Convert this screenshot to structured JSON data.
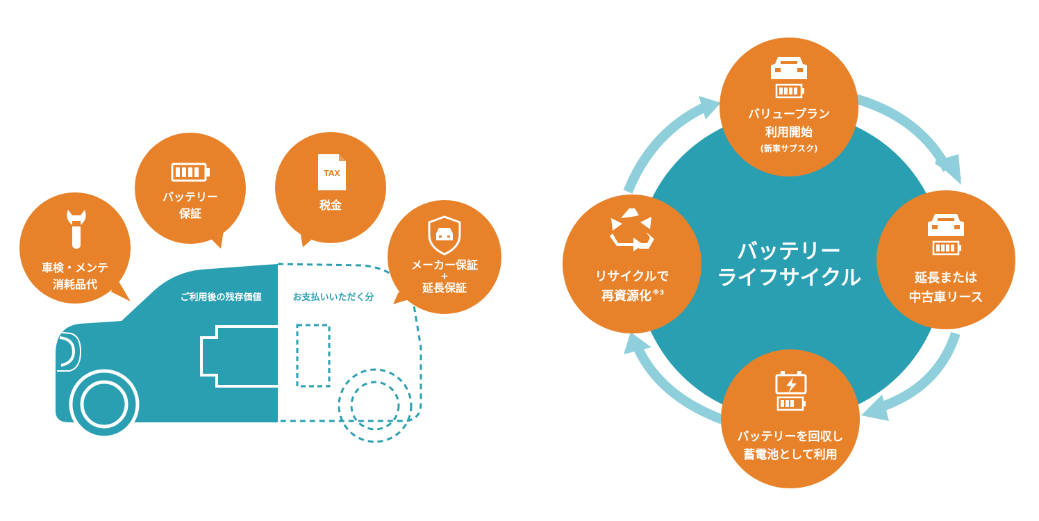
{
  "car_diagram": {
    "bubbles": {
      "maintenance": {
        "lines": [
          "車検・メンテ",
          "消耗品代"
        ],
        "icon": "wrench-icon"
      },
      "battery_warranty": {
        "lines": [
          "バッテリー",
          "保証"
        ],
        "icon": "battery-icon"
      },
      "tax": {
        "lines": [
          "税金"
        ],
        "icon": "tax-document-icon",
        "icon_text": "TAX"
      },
      "maker_warranty": {
        "lines": [
          "メーカー保証",
          "+",
          "延長保証"
        ],
        "icon": "car-shield-icon"
      }
    },
    "residual_label": "ご利用後の残存価値",
    "payment_label": "お支払いいただく分"
  },
  "lifecycle": {
    "center_lines": [
      "バッテリー",
      "ライフサイクル"
    ],
    "nodes": {
      "top": {
        "lines": [
          "バリュープラン",
          "利用開始"
        ],
        "sub": "(新車サブスク)",
        "icon": "car-battery-icon"
      },
      "right": {
        "lines": [
          "延長または",
          "中古車リース"
        ],
        "icon": "car-battery-icon"
      },
      "bottom": {
        "lines": [
          "バッテリーを回収し",
          "蓄電池として利用"
        ],
        "icon": "storage-battery-icon"
      },
      "left": {
        "lines": [
          "リサイクルで",
          "再資源化"
        ],
        "note": "※3",
        "icon": "recycle-icon"
      }
    }
  },
  "colors": {
    "orange": "#e8822a",
    "teal": "#2a9fb1",
    "light_teal": "#8fcfdb",
    "white": "#ffffff"
  }
}
